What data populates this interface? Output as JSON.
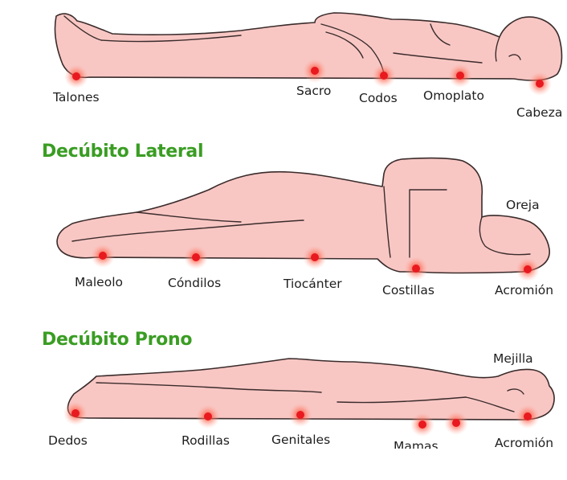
{
  "sections": [
    {
      "title": "",
      "labels": [
        "Talones",
        "Sacro",
        "Codos",
        "Omoplato",
        "Cabeza"
      ]
    },
    {
      "title": "Decúbito Lateral",
      "labels": [
        "Oreja",
        "Maleolo",
        "Cóndilos",
        "Tiocánter",
        "Costillas",
        "Acromión"
      ]
    },
    {
      "title": "Decúbito Prono",
      "labels": [
        "Mejilla",
        "Dedos",
        "Rodillas",
        "Genitales",
        "Mamas",
        "Acromión"
      ]
    }
  ],
  "colors": {
    "title_green": "#3a9d23",
    "body_fill": "#f8c7c4",
    "pressure_point": "#e8191f"
  }
}
